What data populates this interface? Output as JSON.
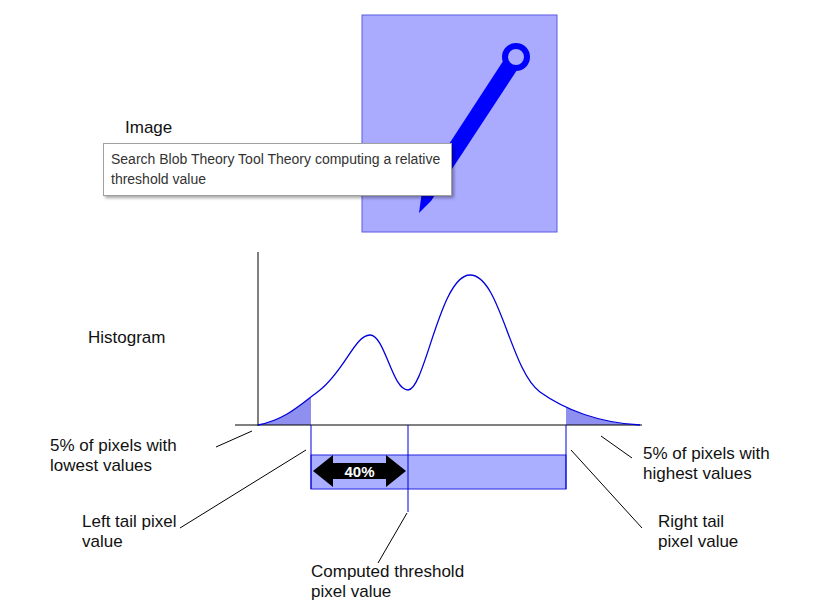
{
  "diagram": {
    "nodes": [
      {
        "text": [
          "Search Blob Theory Tool Theory computing a relative threshold value"
        ]
      },
      {
        "text": [
          "40%"
        ]
      }
    ],
    "labels": [
      "Image",
      "Histogram",
      "5% of pixels with lowest values",
      "5% of pixels with highest values",
      "Left tail pixel value",
      "Right tail pixel value",
      "Computed threshold pixel value"
    ]
  }
}
